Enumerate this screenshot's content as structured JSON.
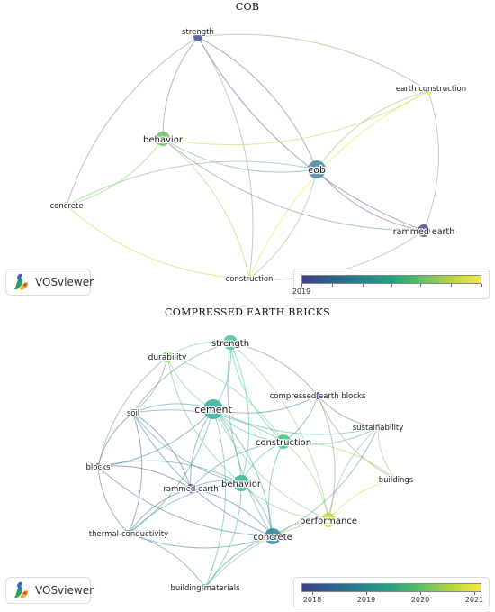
{
  "networks": [
    {
      "id": "cob",
      "title": "COB",
      "logo_text": "VOSviewer",
      "legend": {
        "ticks": [
          "2019",
          "",
          "",
          "",
          "",
          "",
          ""
        ],
        "gradient": [
          "#3c3f8a",
          "#31628d",
          "#26838e",
          "#23a383",
          "#5ec162",
          "#b4d641",
          "#f4e93a"
        ]
      },
      "nodes": [
        {
          "label": "strength",
          "color": "#4e5f98"
        },
        {
          "label": "earth construction",
          "color": "#f2e83a"
        },
        {
          "label": "behavior",
          "color": "#6fc86a"
        },
        {
          "label": "cob",
          "color": "#4f8fa8"
        },
        {
          "label": "concrete",
          "color": "#9ed05a"
        },
        {
          "label": "rammed earth",
          "color": "#5a56a0"
        },
        {
          "label": "construction",
          "color": "#e6e24a"
        }
      ],
      "links": [
        [
          "strength",
          "behavior"
        ],
        [
          "strength",
          "cob"
        ],
        [
          "strength",
          "rammed earth"
        ],
        [
          "strength",
          "earth construction"
        ],
        [
          "strength",
          "concrete"
        ],
        [
          "strength",
          "construction"
        ],
        [
          "behavior",
          "cob"
        ],
        [
          "behavior",
          "concrete"
        ],
        [
          "behavior",
          "earth construction"
        ],
        [
          "behavior",
          "construction"
        ],
        [
          "behavior",
          "rammed earth"
        ],
        [
          "cob",
          "earth construction"
        ],
        [
          "cob",
          "rammed earth"
        ],
        [
          "cob",
          "construction"
        ],
        [
          "cob",
          "concrete"
        ],
        [
          "earth construction",
          "rammed earth"
        ],
        [
          "earth construction",
          "construction"
        ],
        [
          "rammed earth",
          "construction"
        ],
        [
          "concrete",
          "construction"
        ]
      ]
    },
    {
      "id": "ceb",
      "title": "COMPRESSED EARTH BRICKS",
      "logo_text": "VOSviewer",
      "legend": {
        "ticks": [
          "2018",
          "2019",
          "2020",
          "2021"
        ],
        "gradient": [
          "#3c3f8a",
          "#31628d",
          "#26838e",
          "#23a383",
          "#5ec162",
          "#b4d641",
          "#f4e93a"
        ]
      },
      "nodes": [
        {
          "label": "strength",
          "color": "#4cc7a0"
        },
        {
          "label": "durability",
          "color": "#8bd36d"
        },
        {
          "label": "compressed earth blocks",
          "color": "#4a5a9a"
        },
        {
          "label": "soil",
          "color": "#4b6a9c"
        },
        {
          "label": "cement",
          "color": "#3fb59e"
        },
        {
          "label": "sustainability",
          "color": "#5fa3a0"
        },
        {
          "label": "construction",
          "color": "#4cc78a"
        },
        {
          "label": "blocks",
          "color": "#466898"
        },
        {
          "label": "buildings",
          "color": "#e7e54a"
        },
        {
          "label": "rammed earth",
          "color": "#4e5a9c"
        },
        {
          "label": "behavior",
          "color": "#43b999"
        },
        {
          "label": "performance",
          "color": "#c4dc48"
        },
        {
          "label": "thermal-conductivity",
          "color": "#3e7d98"
        },
        {
          "label": "concrete",
          "color": "#3d8aa6"
        },
        {
          "label": "building-materials",
          "color": "#4aa6a8"
        }
      ],
      "links": [
        [
          "strength",
          "durability"
        ],
        [
          "strength",
          "cement"
        ],
        [
          "strength",
          "construction"
        ],
        [
          "strength",
          "behavior"
        ],
        [
          "strength",
          "soil"
        ],
        [
          "strength",
          "compressed earth blocks"
        ],
        [
          "strength",
          "concrete"
        ],
        [
          "strength",
          "performance"
        ],
        [
          "durability",
          "cement"
        ],
        [
          "durability",
          "soil"
        ],
        [
          "durability",
          "behavior"
        ],
        [
          "durability",
          "construction"
        ],
        [
          "durability",
          "blocks"
        ],
        [
          "soil",
          "cement"
        ],
        [
          "soil",
          "blocks"
        ],
        [
          "soil",
          "rammed earth"
        ],
        [
          "soil",
          "behavior"
        ],
        [
          "soil",
          "thermal-conductivity"
        ],
        [
          "soil",
          "concrete"
        ],
        [
          "soil",
          "construction"
        ],
        [
          "cement",
          "construction"
        ],
        [
          "cement",
          "behavior"
        ],
        [
          "cement",
          "compressed earth blocks"
        ],
        [
          "cement",
          "blocks"
        ],
        [
          "cement",
          "rammed earth"
        ],
        [
          "cement",
          "concrete"
        ],
        [
          "cement",
          "performance"
        ],
        [
          "cement",
          "thermal-conductivity"
        ],
        [
          "cement",
          "sustainability"
        ],
        [
          "cement",
          "building-materials"
        ],
        [
          "compressed earth blocks",
          "sustainability"
        ],
        [
          "compressed earth blocks",
          "construction"
        ],
        [
          "compressed earth blocks",
          "buildings"
        ],
        [
          "compressed earth blocks",
          "performance"
        ],
        [
          "sustainability",
          "buildings"
        ],
        [
          "sustainability",
          "construction"
        ],
        [
          "sustainability",
          "performance"
        ],
        [
          "sustainability",
          "concrete"
        ],
        [
          "construction",
          "behavior"
        ],
        [
          "construction",
          "performance"
        ],
        [
          "construction",
          "concrete"
        ],
        [
          "construction",
          "buildings"
        ],
        [
          "construction",
          "rammed earth"
        ],
        [
          "blocks",
          "rammed earth"
        ],
        [
          "blocks",
          "thermal-conductivity"
        ],
        [
          "blocks",
          "behavior"
        ],
        [
          "blocks",
          "concrete"
        ],
        [
          "rammed earth",
          "behavior"
        ],
        [
          "rammed earth",
          "thermal-conductivity"
        ],
        [
          "rammed earth",
          "concrete"
        ],
        [
          "behavior",
          "performance"
        ],
        [
          "behavior",
          "concrete"
        ],
        [
          "behavior",
          "thermal-conductivity"
        ],
        [
          "behavior",
          "building-materials"
        ],
        [
          "performance",
          "concrete"
        ],
        [
          "performance",
          "buildings"
        ],
        [
          "performance",
          "building-materials"
        ],
        [
          "concrete",
          "thermal-conductivity"
        ],
        [
          "concrete",
          "building-materials"
        ],
        [
          "thermal-conductivity",
          "building-materials"
        ]
      ]
    }
  ]
}
